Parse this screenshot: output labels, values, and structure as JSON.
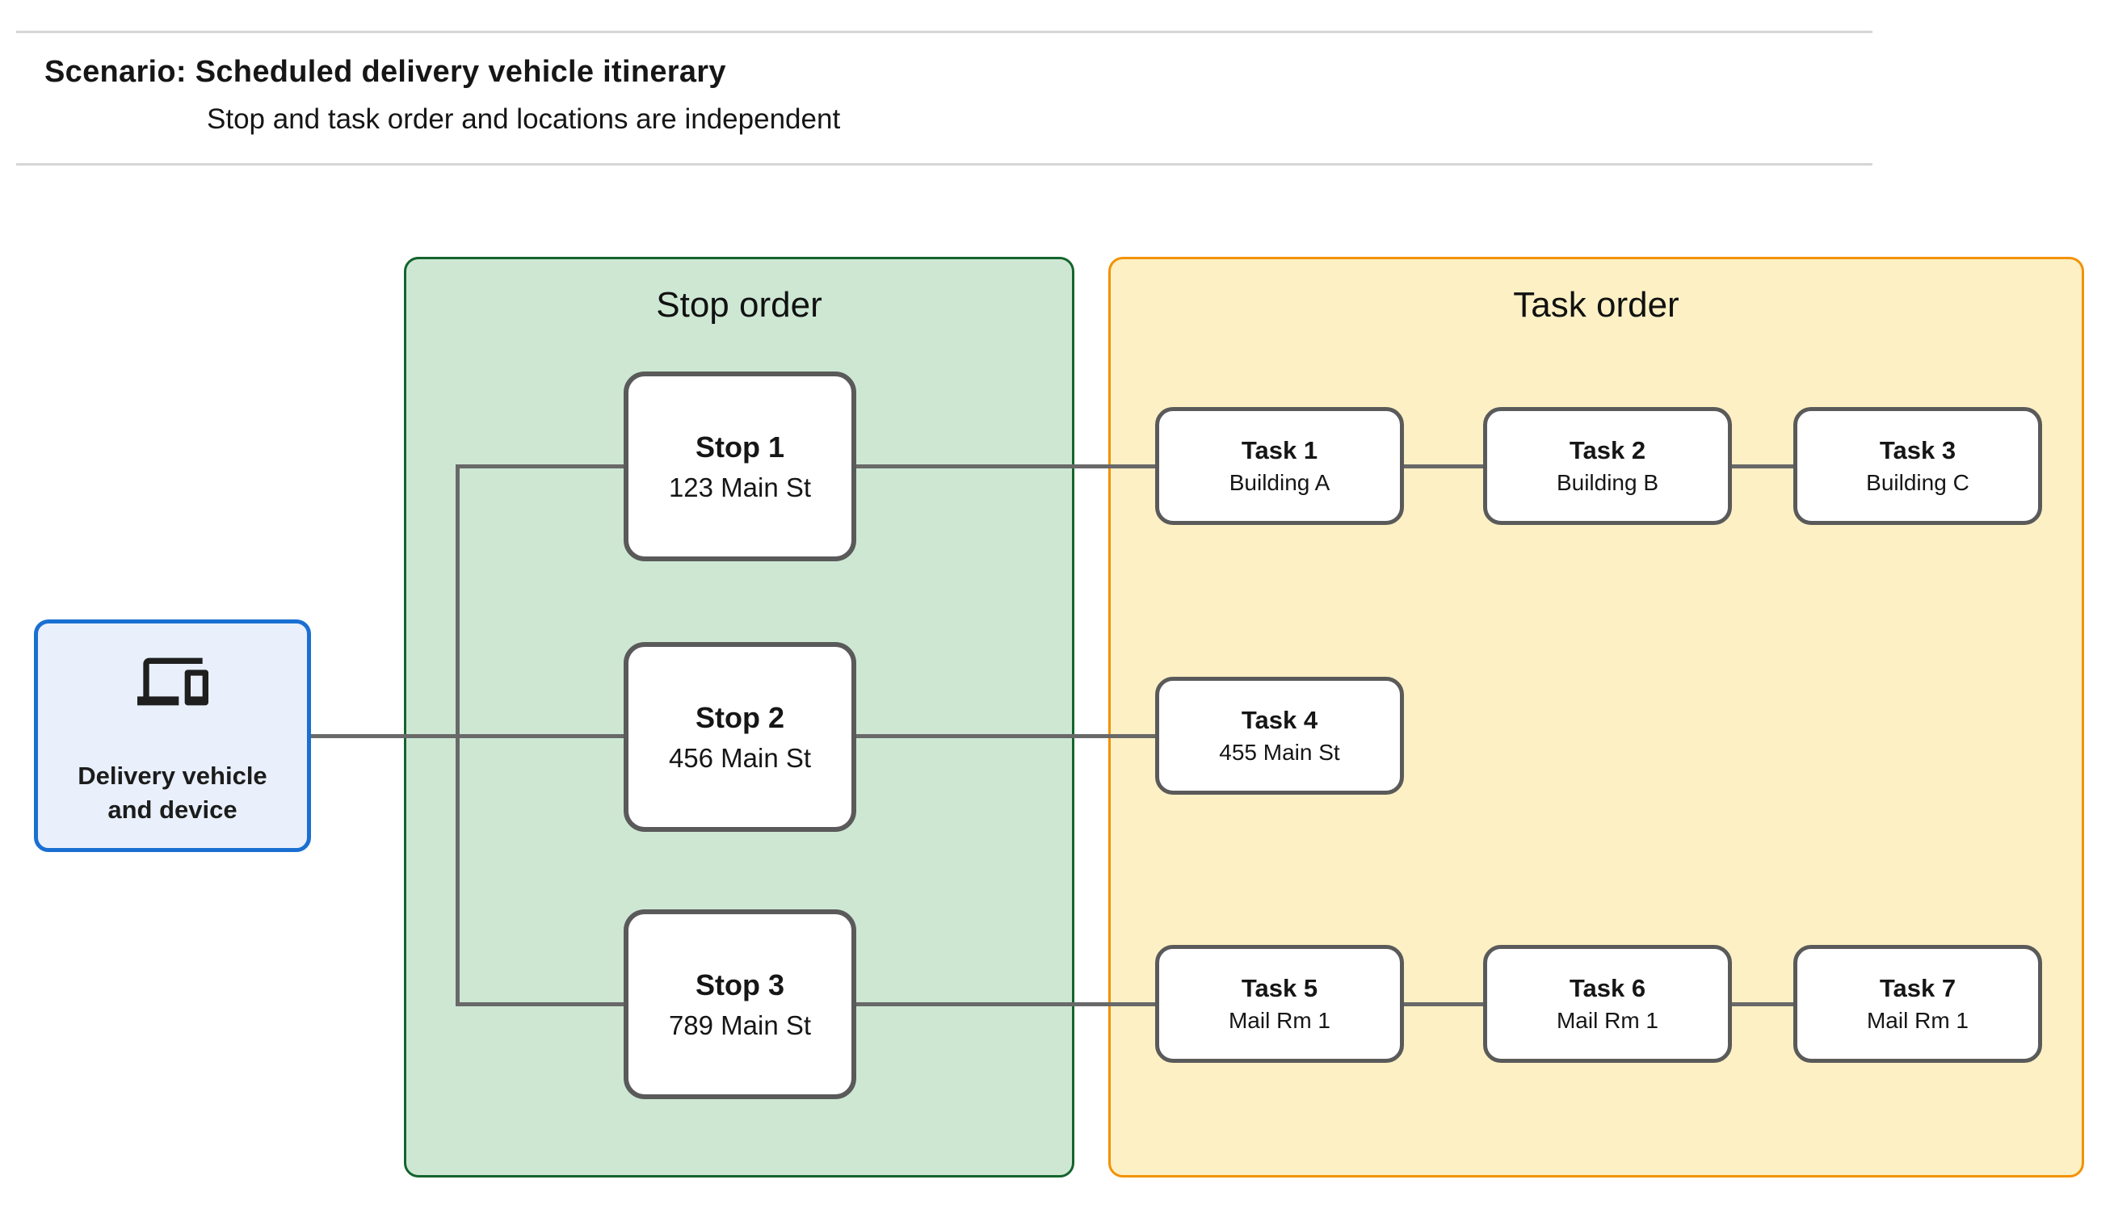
{
  "header": {
    "title": "Scenario: Scheduled delivery vehicle itinerary",
    "subtitle": "Stop and task order and locations are independent"
  },
  "device": {
    "icon": "devices-icon",
    "label_lines": [
      "Delivery vehicle",
      "and device"
    ]
  },
  "stop_panel": {
    "title": "Stop order"
  },
  "task_panel": {
    "title": "Task order"
  },
  "stops": [
    {
      "title": "Stop 1",
      "location": "123 Main St"
    },
    {
      "title": "Stop 2",
      "location": "456 Main St"
    },
    {
      "title": "Stop 3",
      "location": "789 Main St"
    }
  ],
  "tasks": [
    {
      "title": "Task 1",
      "location": "Building A"
    },
    {
      "title": "Task 2",
      "location": "Building B"
    },
    {
      "title": "Task 3",
      "location": "Building C"
    },
    {
      "title": "Task 4",
      "location": "455 Main St"
    },
    {
      "title": "Task 5",
      "location": "Mail Rm 1"
    },
    {
      "title": "Task 6",
      "location": "Mail Rm 1"
    },
    {
      "title": "Task 7",
      "location": "Mail Rm 1"
    }
  ],
  "colors": {
    "stop_panel_fill": "#cde7d3",
    "stop_panel_border": "#14642d",
    "task_panel_fill": "#fcf0c4",
    "task_panel_border": "#f39200",
    "device_fill": "#e9f0fb",
    "device_border": "#1a6fd2",
    "node_border": "#5a5a5a",
    "connector": "#696969"
  }
}
